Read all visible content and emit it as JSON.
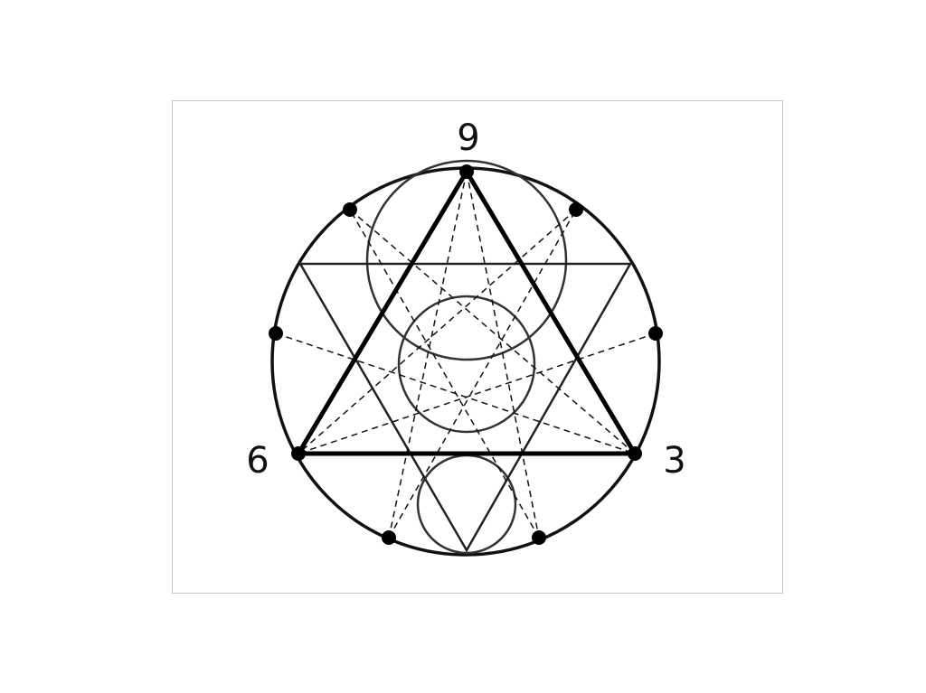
{
  "diagram": {
    "labels": {
      "top": "9",
      "right": "3",
      "left": "6"
    },
    "colors": {
      "background": "#ffffff",
      "frame": "#c8c8c8",
      "ink": "#111111",
      "figure_line": "#333333"
    }
  }
}
